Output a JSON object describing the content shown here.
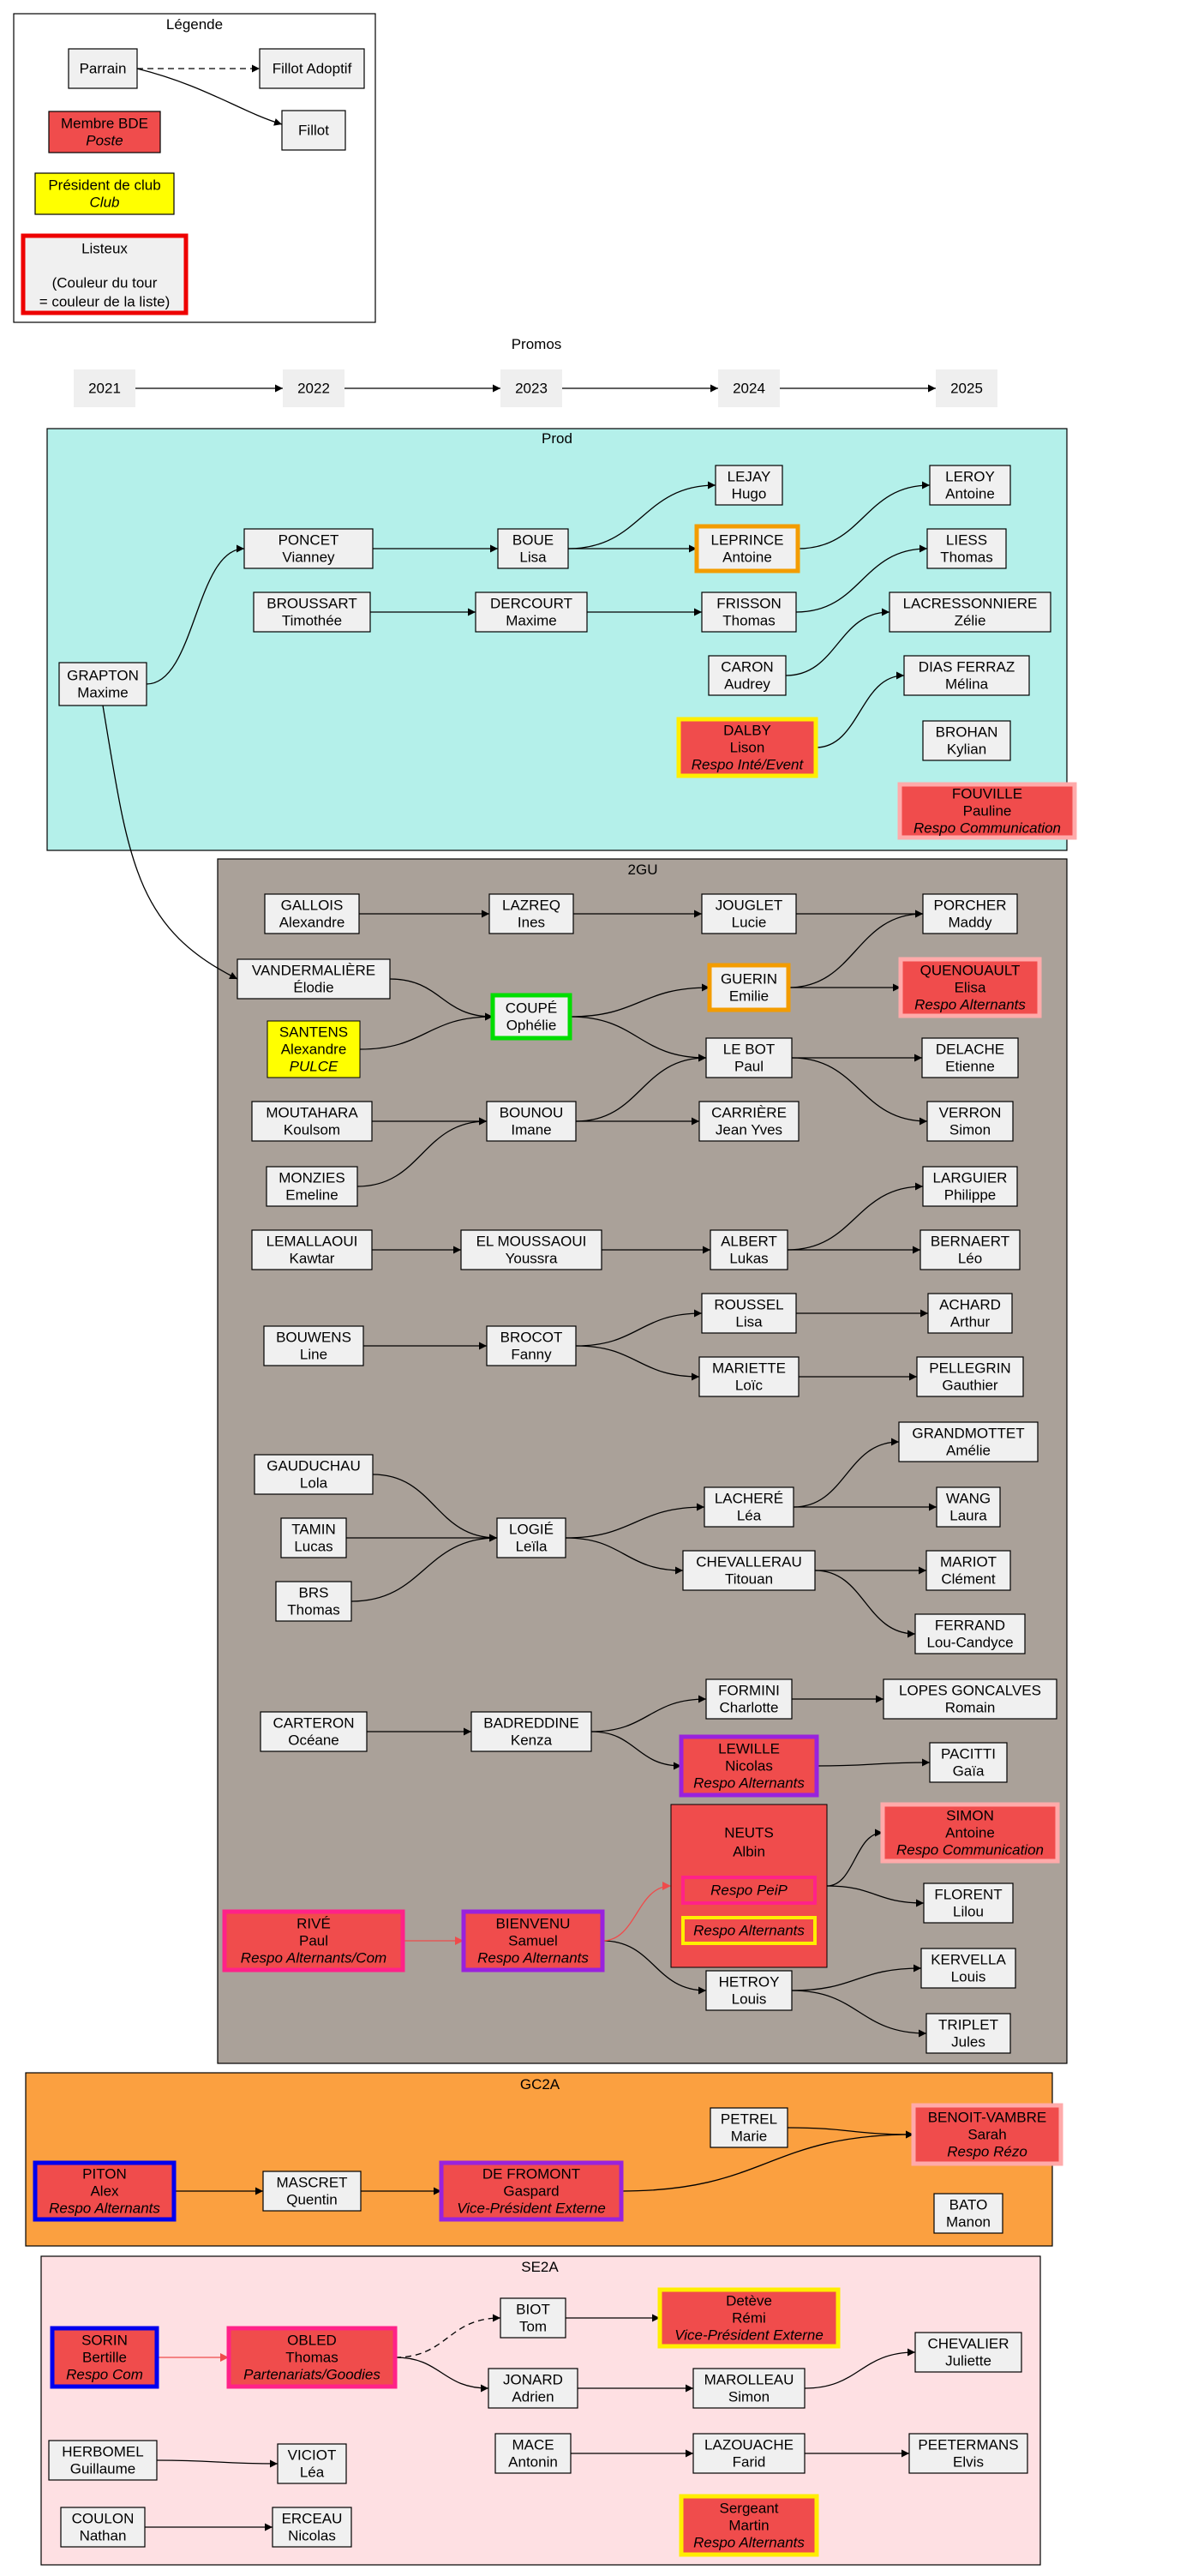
{
  "colors": {
    "prod_bg": "#b4f0ea",
    "gu_bg": "#aaa199",
    "gc2a_bg": "#fba040",
    "se2a_bg": "#fee0e3",
    "node_default": "#f0f0f0",
    "node_bde": "#f04c4c",
    "node_club": "#ffff00",
    "edge": "#000000",
    "edge_red": "#ef4b4b",
    "list_red": "#ee0000",
    "list_orange": "#f39c00",
    "list_green": "#00dd00",
    "list_yellow": "#ffee00",
    "list_pink": "#ff2288",
    "list_purple": "#9922dd",
    "list_lightpink": "#ffaaaa",
    "list_blue": "#0000ee"
  },
  "legend": {
    "title": "Légende",
    "parrain": "Parrain",
    "fillot_adoptif": "Fillot Adoptif",
    "fillot": "Fillot",
    "membre_bde": "Membre BDE",
    "poste": "Poste",
    "president_club": "Président de club",
    "club": "Club",
    "listeux": "Listeux",
    "listeux_note1": "(Couleur du tour",
    "listeux_note2": "= couleur de la liste)"
  },
  "promos": {
    "title": "Promos",
    "years": [
      "2021",
      "2022",
      "2023",
      "2024",
      "2025"
    ]
  },
  "clusters": {
    "prod": "Prod",
    "gu": "2GU",
    "gc2a": "GC2A",
    "se2a": "SE2A"
  },
  "nodes": {
    "grapton": {
      "lines": [
        "GRAPTON",
        "Maxime"
      ]
    },
    "poncet": {
      "lines": [
        "PONCET",
        "Vianney"
      ]
    },
    "broussart": {
      "lines": [
        "BROUSSART",
        "Timothée"
      ]
    },
    "boue": {
      "lines": [
        "BOUE",
        "Lisa"
      ]
    },
    "dercourt": {
      "lines": [
        "DERCOURT",
        "Maxime"
      ]
    },
    "lejay": {
      "lines": [
        "LEJAY",
        "Hugo"
      ]
    },
    "leprince": {
      "lines": [
        "LEPRINCE",
        "Antoine"
      ]
    },
    "frisson": {
      "lines": [
        "FRISSON",
        "Thomas"
      ]
    },
    "caron": {
      "lines": [
        "CARON",
        "Audrey"
      ]
    },
    "dalby": {
      "lines": [
        "DALBY",
        "Lison"
      ],
      "role": "Respo Inté/Event"
    },
    "leroy": {
      "lines": [
        "LEROY",
        "Antoine"
      ]
    },
    "liess": {
      "lines": [
        "LIESS",
        "Thomas"
      ]
    },
    "lacressonniere": {
      "lines": [
        "LACRESSONNIERE",
        "Zélie"
      ]
    },
    "diasferraz": {
      "lines": [
        "DIAS FERRAZ",
        "Mélina"
      ]
    },
    "brohan": {
      "lines": [
        "BROHAN",
        "Kylian"
      ]
    },
    "fouville": {
      "lines": [
        "FOUVILLE",
        "Pauline"
      ],
      "role": "Respo Communication"
    },
    "gallois": {
      "lines": [
        "GALLOIS",
        "Alexandre"
      ]
    },
    "vandermaliere": {
      "lines": [
        "VANDERMALIÈRE",
        "Élodie"
      ]
    },
    "santens": {
      "lines": [
        "SANTENS",
        "Alexandre"
      ],
      "role": "PULCE"
    },
    "moutahara": {
      "lines": [
        "MOUTAHARA",
        "Koulsom"
      ]
    },
    "monzies": {
      "lines": [
        "MONZIES",
        "Emeline"
      ]
    },
    "lemallaoui": {
      "lines": [
        "LEMALLAOUI",
        "Kawtar"
      ]
    },
    "bouwens": {
      "lines": [
        "BOUWENS",
        "Line"
      ]
    },
    "gauduchau": {
      "lines": [
        "GAUDUCHAU",
        "Lola"
      ]
    },
    "tamin": {
      "lines": [
        "TAMIN",
        "Lucas"
      ]
    },
    "brs": {
      "lines": [
        "BRS",
        "Thomas"
      ]
    },
    "carteron": {
      "lines": [
        "CARTERON",
        "Océane"
      ]
    },
    "rive": {
      "lines": [
        "RIVÉ",
        "Paul"
      ],
      "role": "Respo Alternants/Com"
    },
    "lazreq": {
      "lines": [
        "LAZREQ",
        "Ines"
      ]
    },
    "coupe": {
      "lines": [
        "COUPÉ",
        "Ophélie"
      ]
    },
    "bounou": {
      "lines": [
        "BOUNOU",
        "Imane"
      ]
    },
    "elmoussaoui": {
      "lines": [
        "EL MOUSSAOUI",
        "Youssra"
      ]
    },
    "brocot": {
      "lines": [
        "BROCOT",
        "Fanny"
      ]
    },
    "logie": {
      "lines": [
        "LOGIÉ",
        "Leïla"
      ]
    },
    "badreddine": {
      "lines": [
        "BADREDDINE",
        "Kenza"
      ]
    },
    "bienvenu": {
      "lines": [
        "BIENVENU",
        "Samuel"
      ],
      "role": "Respo Alternants"
    },
    "jouglet": {
      "lines": [
        "JOUGLET",
        "Lucie"
      ]
    },
    "guerin": {
      "lines": [
        "GUERIN",
        "Emilie"
      ]
    },
    "lebot": {
      "lines": [
        "LE BOT",
        "Paul"
      ]
    },
    "carriere": {
      "lines": [
        "CARRIÈRE",
        "Jean Yves"
      ]
    },
    "albert": {
      "lines": [
        "ALBERT",
        "Lukas"
      ]
    },
    "roussel": {
      "lines": [
        "ROUSSEL",
        "Lisa"
      ]
    },
    "mariette": {
      "lines": [
        "MARIETTE",
        "Loïc"
      ]
    },
    "lachere": {
      "lines": [
        "LACHERÉ",
        "Léa"
      ]
    },
    "chevallerau": {
      "lines": [
        "CHEVALLERAU",
        "Titouan"
      ]
    },
    "formini": {
      "lines": [
        "FORMINI",
        "Charlotte"
      ]
    },
    "lewille": {
      "lines": [
        "LEWILLE",
        "Nicolas"
      ],
      "role": "Respo Alternants"
    },
    "neuts": {
      "lines": [
        "NEUTS",
        "Albin"
      ],
      "role1": "Respo PeiP",
      "role2": "Respo Alternants"
    },
    "hetroy": {
      "lines": [
        "HETROY",
        "Louis"
      ]
    },
    "porcher": {
      "lines": [
        "PORCHER",
        "Maddy"
      ]
    },
    "quenouault": {
      "lines": [
        "QUENOUAULT",
        "Elisa"
      ],
      "role": "Respo Alternants"
    },
    "delache": {
      "lines": [
        "DELACHE",
        "Etienne"
      ]
    },
    "verron": {
      "lines": [
        "VERRON",
        "Simon"
      ]
    },
    "larguier": {
      "lines": [
        "LARGUIER",
        "Philippe"
      ]
    },
    "bernaert": {
      "lines": [
        "BERNAERT",
        "Léo"
      ]
    },
    "achard": {
      "lines": [
        "ACHARD",
        "Arthur"
      ]
    },
    "pellegrin": {
      "lines": [
        "PELLEGRIN",
        "Gauthier"
      ]
    },
    "grandmottet": {
      "lines": [
        "GRANDMOTTET",
        "Amélie"
      ]
    },
    "wang": {
      "lines": [
        "WANG",
        "Laura"
      ]
    },
    "mariot": {
      "lines": [
        "MARIOT",
        "Clément"
      ]
    },
    "ferrand": {
      "lines": [
        "FERRAND",
        "Lou-Candyce"
      ]
    },
    "lopes": {
      "lines": [
        "LOPES GONCALVES",
        "Romain"
      ]
    },
    "pacitti": {
      "lines": [
        "PACITTI",
        "Gaïa"
      ]
    },
    "simon": {
      "lines": [
        "SIMON",
        "Antoine"
      ],
      "role": "Respo Communication"
    },
    "florent": {
      "lines": [
        "FLORENT",
        "Lilou"
      ]
    },
    "kervella": {
      "lines": [
        "KERVELLA",
        "Louis"
      ]
    },
    "triplet": {
      "lines": [
        "TRIPLET",
        "Jules"
      ]
    },
    "piton": {
      "lines": [
        "PITON",
        "Alex"
      ],
      "role": "Respo Alternants"
    },
    "mascret": {
      "lines": [
        "MASCRET",
        "Quentin"
      ]
    },
    "defromont": {
      "lines": [
        "DE FROMONT",
        "Gaspard"
      ],
      "role": "Vice-Président Externe"
    },
    "petrel": {
      "lines": [
        "PETREL",
        "Marie"
      ]
    },
    "benoit": {
      "lines": [
        "BENOIT-VAMBRE",
        "Sarah"
      ],
      "role": "Respo Rézo"
    },
    "bato": {
      "lines": [
        "BATO",
        "Manon"
      ]
    },
    "sorin": {
      "lines": [
        "SORIN",
        "Bertille"
      ],
      "role": "Respo Com"
    },
    "herbomel": {
      "lines": [
        "HERBOMEL",
        "Guillaume"
      ]
    },
    "coulon": {
      "lines": [
        "COULON",
        "Nathan"
      ]
    },
    "obled": {
      "lines": [
        "OBLED",
        "Thomas"
      ],
      "role": "Partenariats/Goodies"
    },
    "viciot": {
      "lines": [
        "VICIOT",
        "Léa"
      ]
    },
    "erceau": {
      "lines": [
        "ERCEAU",
        "Nicolas"
      ]
    },
    "biot": {
      "lines": [
        "BIOT",
        "Tom"
      ]
    },
    "jonard": {
      "lines": [
        "JONARD",
        "Adrien"
      ]
    },
    "mace": {
      "lines": [
        "MACE",
        "Antonin"
      ]
    },
    "deteve": {
      "lines": [
        "Detève",
        "Rémi"
      ],
      "role": "Vice-Président Externe"
    },
    "marolleau": {
      "lines": [
        "MAROLLEAU",
        "Simon"
      ]
    },
    "lazouache": {
      "lines": [
        "LAZOUACHE",
        "Farid"
      ]
    },
    "sergeant": {
      "lines": [
        "Sergeant",
        "Martin"
      ],
      "role": "Respo Alternants"
    },
    "chevalier": {
      "lines": [
        "CHEVALIER",
        "Juliette"
      ]
    },
    "peetermans": {
      "lines": [
        "PEETERMANS",
        "Elvis"
      ]
    }
  }
}
